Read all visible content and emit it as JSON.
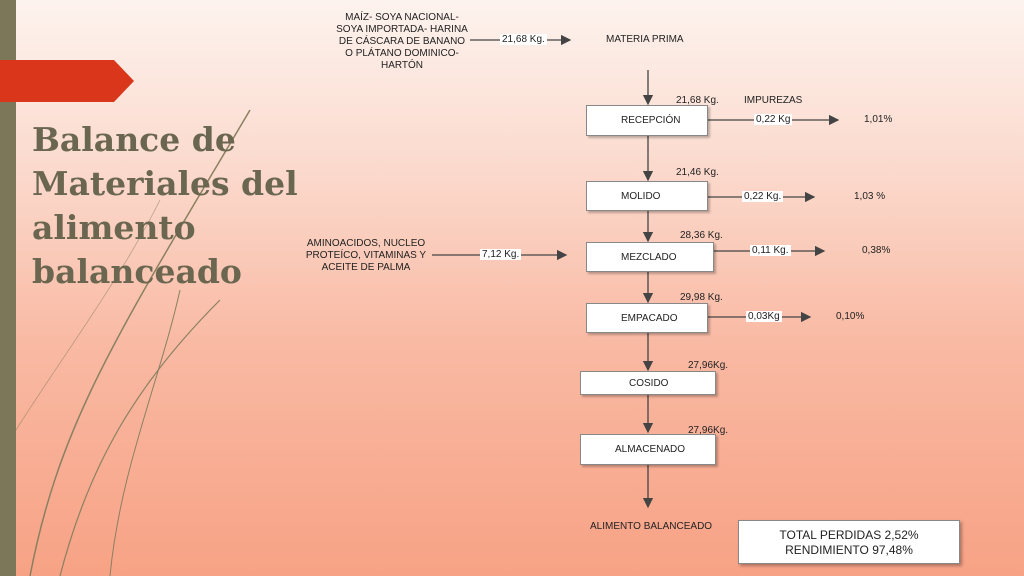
{
  "title": "Balance de Materiales del alimento balanceado",
  "inputs": {
    "raw": "MAÍZ- SOYA NACIONAL- SOYA IMPORTADA- HARINA DE CÁSCARA DE BANANO O PLÁTANO DOMINICO- HARTÓN",
    "raw_qty": "21,68 Kg.",
    "raw_label": "MATERIA PRIMA",
    "additives": "AMINOACIDOS, NUCLEO PROTEÍCO, VITAMINAS Y ACEITE DE PALMA",
    "additives_qty": "7,12 Kg."
  },
  "impurities_header": "IMPUREZAS",
  "steps": [
    {
      "name": "RECEPCIÓN",
      "in_qty": "21,68 Kg.",
      "loss": "0,22 Kg",
      "pct": "1,01%"
    },
    {
      "name": "MOLIDO",
      "in_qty": "21,46 Kg.",
      "loss": "0,22 Kg.",
      "pct": "1,03 %"
    },
    {
      "name": "MEZCLADO",
      "in_qty": "28,36 Kg.",
      "loss": "0,11 Kg.",
      "pct": "0,38%"
    },
    {
      "name": "EMPACADO",
      "in_qty": "29,98 Kg.",
      "loss": "0,03Kg",
      "pct": "0,10%"
    },
    {
      "name": "COSIDO",
      "in_qty": "27,96Kg."
    },
    {
      "name": "ALMACENADO",
      "in_qty": "27,96Kg."
    }
  ],
  "output": "ALIMENTO BALANCEADO",
  "totals": {
    "losses": "TOTAL PERDIDAS 2,52%",
    "yield": "RENDIMIENTO 97,48%"
  },
  "colors": {
    "accent_red": "#d9361c",
    "side_bar": "#7d7759",
    "title": "#6b6650"
  }
}
